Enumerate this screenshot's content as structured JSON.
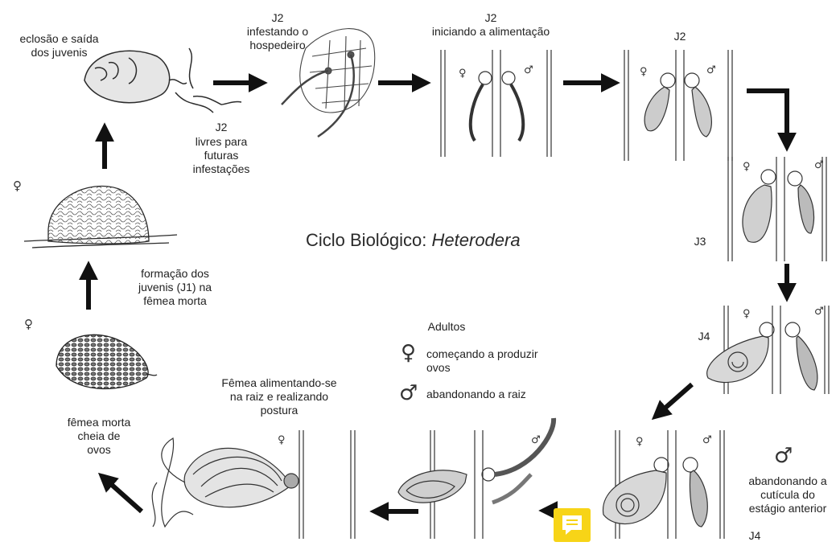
{
  "title": {
    "prefix": "Ciclo Biológico: ",
    "genus": "Heterodera"
  },
  "labels": {
    "hatching": "eclosão e saída\ndos juvenis",
    "j2_free_code": "J2",
    "j2_free": "livres para\nfuturas\ninfestações",
    "j2_infesting": "J2\ninfestando o\nhospedeiro",
    "j2_feeding": "J2\niniciando a alimentação",
    "j2": "J2",
    "j3": "J3",
    "j4_top": "J4",
    "j4_bottom": "J4",
    "male_leaving": "abandonando a\ncutícula do\nestágio anterior",
    "adults_title": "Adultos",
    "adult_female": "começando a produzir\novos",
    "adult_male": "abandonando a raiz",
    "female_feeding": "Fêmea alimentando-se\nna raiz e realizando\npostura",
    "dead_female": "fêmea morta\ncheia de\novos",
    "j1_formation": "formação dos\njuvenis (J1) na\nfêmea morta"
  },
  "symbols": {
    "female": "♀",
    "male": "♂"
  },
  "colors": {
    "line": "#2b2b2b",
    "arrow": "#111111",
    "comment_button": "#f7d417"
  },
  "icons": {
    "comment": "comment-icon"
  }
}
